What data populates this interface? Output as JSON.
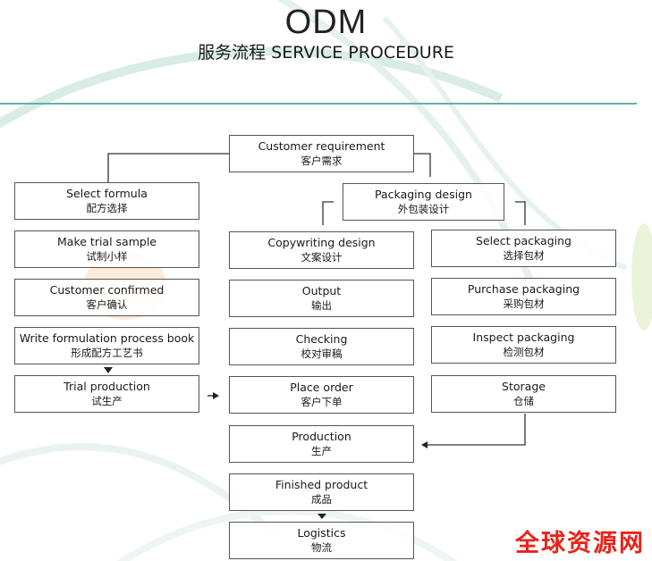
{
  "header": {
    "title": "ODM",
    "subtitle": "服务流程 SERVICE PROCEDURE"
  },
  "nodes": {
    "customer_requirement": {
      "en": "Customer requirement",
      "cn": "客户需求"
    },
    "select_formula": {
      "en": "Select  formula",
      "cn": "配方选择"
    },
    "make_trial_sample": {
      "en": "Make trial sample",
      "cn": "试制小样"
    },
    "customer_confirmed": {
      "en": "Customer  confirmed",
      "cn": "客户确认"
    },
    "write_formulation": {
      "en": "Write formulation process book",
      "cn": "形成配方工艺书"
    },
    "trial_production": {
      "en": "Trial production",
      "cn": "试生产"
    },
    "packaging_design": {
      "en": "Packaging design",
      "cn": "外包装设计"
    },
    "copywriting_design": {
      "en": "Copywriting design",
      "cn": "文案设计"
    },
    "output": {
      "en": "Output",
      "cn": "输出"
    },
    "checking": {
      "en": "Checking",
      "cn": "校对审稿"
    },
    "place_order": {
      "en": "Place order",
      "cn": "客户下单"
    },
    "production": {
      "en": "Production",
      "cn": "生产"
    },
    "finished_product": {
      "en": "Finished product",
      "cn": "成品"
    },
    "logistics": {
      "en": "Logistics",
      "cn": "物流"
    },
    "select_packaging": {
      "en": "Select packaging",
      "cn": "选择包材"
    },
    "purchase_packaging": {
      "en": "Purchase packaging",
      "cn": "采购包材"
    },
    "inspect_packaging": {
      "en": "Inspect packaging",
      "cn": "检测包材"
    },
    "storage": {
      "en": "Storage",
      "cn": "仓储"
    }
  },
  "watermark": "全球资源网",
  "colors": {
    "rule": "#5fb3a6",
    "watermark": "#e8231a",
    "border": "#555555"
  }
}
